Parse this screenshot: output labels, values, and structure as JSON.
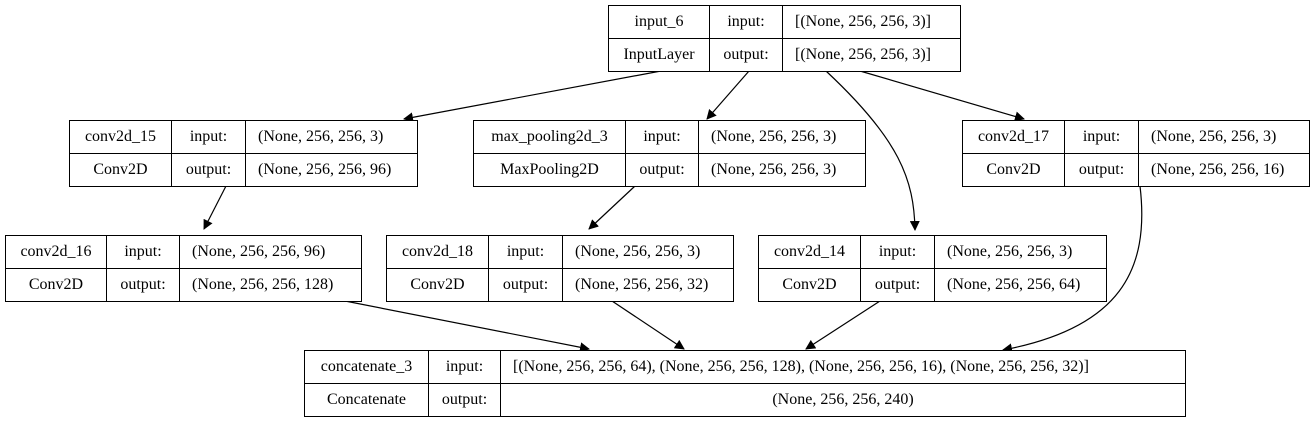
{
  "nodes": {
    "input_6": {
      "name": "input_6",
      "type": "InputLayer",
      "in_label": "input:",
      "out_label": "output:",
      "input": "[(None, 256, 256, 3)]",
      "output": "[(None, 256, 256, 3)]"
    },
    "conv2d_15": {
      "name": "conv2d_15",
      "type": "Conv2D",
      "in_label": "input:",
      "out_label": "output:",
      "input": "(None, 256, 256, 3)",
      "output": "(None, 256, 256, 96)"
    },
    "max_pooling2d_3": {
      "name": "max_pooling2d_3",
      "type": "MaxPooling2D",
      "in_label": "input:",
      "out_label": "output:",
      "input": "(None, 256, 256, 3)",
      "output": "(None, 256, 256, 3)"
    },
    "conv2d_17": {
      "name": "conv2d_17",
      "type": "Conv2D",
      "in_label": "input:",
      "out_label": "output:",
      "input": "(None, 256, 256, 3)",
      "output": "(None, 256, 256, 16)"
    },
    "conv2d_16": {
      "name": "conv2d_16",
      "type": "Conv2D",
      "in_label": "input:",
      "out_label": "output:",
      "input": "(None, 256, 256, 96)",
      "output": "(None, 256, 256, 128)"
    },
    "conv2d_18": {
      "name": "conv2d_18",
      "type": "Conv2D",
      "in_label": "input:",
      "out_label": "output:",
      "input": "(None, 256, 256, 3)",
      "output": "(None, 256, 256, 32)"
    },
    "conv2d_14": {
      "name": "conv2d_14",
      "type": "Conv2D",
      "in_label": "input:",
      "out_label": "output:",
      "input": "(None, 256, 256, 3)",
      "output": "(None, 256, 256, 64)"
    },
    "concatenate_3": {
      "name": "concatenate_3",
      "type": "Concatenate",
      "in_label": "input:",
      "out_label": "output:",
      "input": "[(None, 256, 256, 64), (None, 256, 256, 128), (None, 256, 256, 16), (None, 256, 256, 32)]",
      "output": "(None, 256, 256, 240)"
    }
  },
  "edges": [
    {
      "from": "input_6",
      "to": "conv2d_15"
    },
    {
      "from": "input_6",
      "to": "max_pooling2d_3"
    },
    {
      "from": "input_6",
      "to": "conv2d_14"
    },
    {
      "from": "input_6",
      "to": "conv2d_17"
    },
    {
      "from": "conv2d_15",
      "to": "conv2d_16"
    },
    {
      "from": "max_pooling2d_3",
      "to": "conv2d_18"
    },
    {
      "from": "conv2d_16",
      "to": "concatenate_3"
    },
    {
      "from": "conv2d_18",
      "to": "concatenate_3"
    },
    {
      "from": "conv2d_14",
      "to": "concatenate_3"
    },
    {
      "from": "conv2d_17",
      "to": "concatenate_3"
    }
  ]
}
